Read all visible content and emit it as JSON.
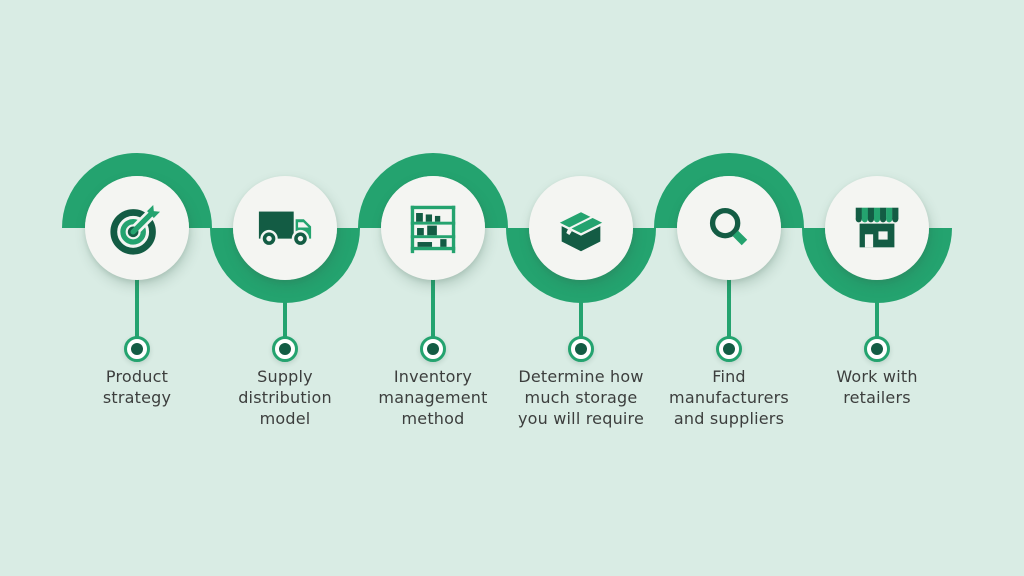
{
  "colors": {
    "background": "#d9ece4",
    "green": "#24a36f",
    "dark_green": "#135c44",
    "circle_fill": "#f4f5f2",
    "marker_gap": "#ffffff",
    "text": "#3c3e3d"
  },
  "steps": [
    {
      "icon": "target-icon",
      "label": "Product strategy",
      "lines": [
        "Product",
        "strategy"
      ]
    },
    {
      "icon": "truck-icon",
      "label": "Supply distribution model",
      "lines": [
        "Supply",
        "distribution",
        "model"
      ]
    },
    {
      "icon": "shelf-icon",
      "label": "Inventory management method",
      "lines": [
        "Inventory",
        "management",
        "method"
      ]
    },
    {
      "icon": "box-icon",
      "label": "Determine how much storage you will require",
      "lines": [
        "Determine how",
        "much storage",
        "you will require"
      ]
    },
    {
      "icon": "magnifier-icon",
      "label": "Find manufacturers and suppliers",
      "lines": [
        "Find",
        "manufacturers",
        "and suppliers"
      ]
    },
    {
      "icon": "store-icon",
      "label": "Work with retailers",
      "lines": [
        "Work with",
        "retailers"
      ]
    }
  ]
}
